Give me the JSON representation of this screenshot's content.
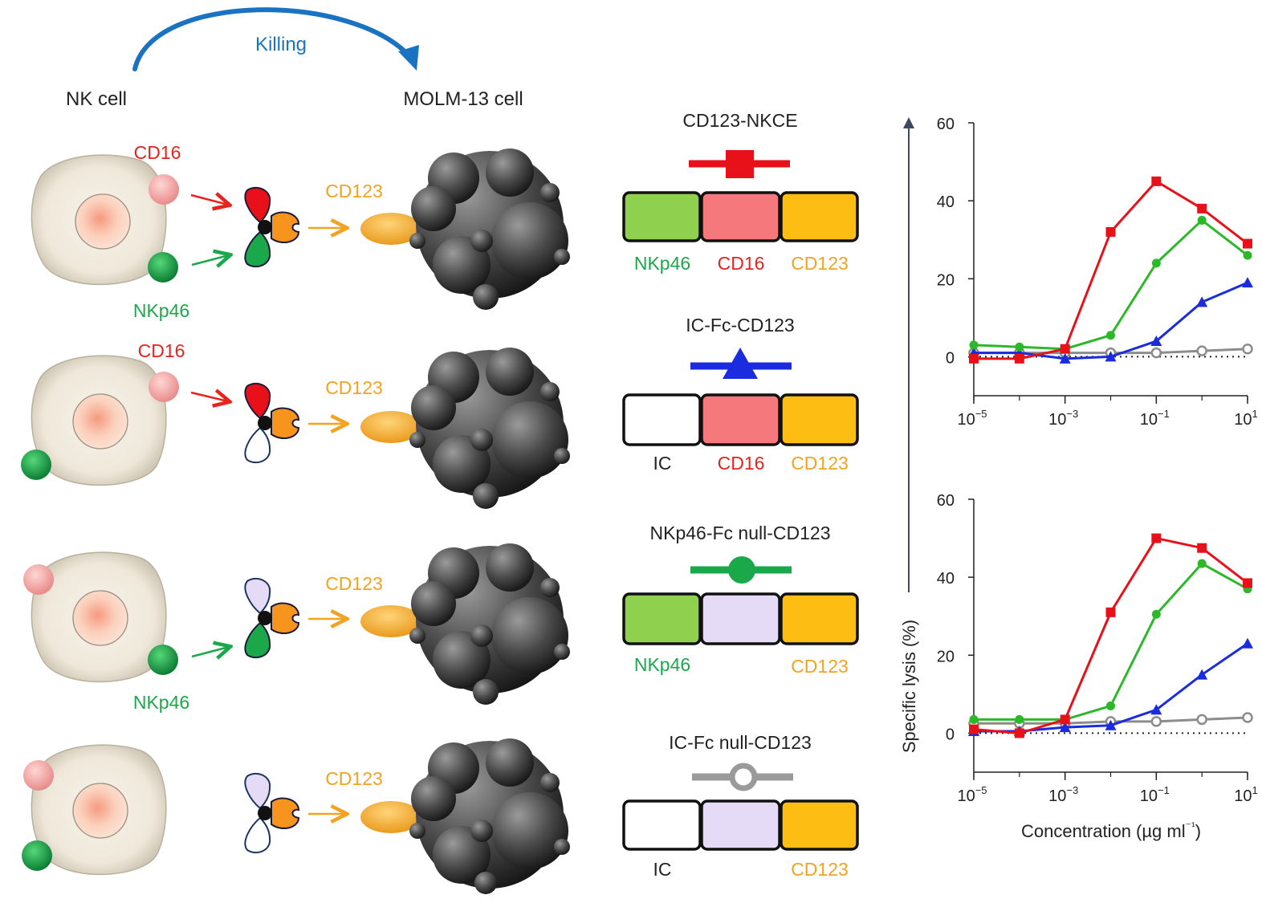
{
  "header": {
    "killing_label": "Killing",
    "nk_cell_label": "NK cell",
    "target_cell_label": "MOLM-13 cell"
  },
  "colors": {
    "cd16": "#e8231c",
    "nkp46": "#1aa84a",
    "cd123": "#f3a321",
    "cd123_box": "#fdbd13",
    "arrow_blue": "#1a73c2",
    "nkp46_box": "#8fd14f",
    "cd16_box": "#f4787c",
    "null_box": "#e5dbf6",
    "ic_box": "#ffffff",
    "series_red": "#e8111a",
    "series_green": "#2db82a",
    "series_blue": "#1a2be0",
    "series_gray": "#8c8c8c"
  },
  "rows": [
    {
      "nk_receptors": [
        "CD16",
        "NKp46"
      ],
      "target_label": "CD123",
      "construct_name": "CD123-NKCE",
      "marker": "square",
      "boxes": [
        {
          "label": "NKp46",
          "fill": "#8fd14f",
          "label_color": "#1aa84a"
        },
        {
          "label": "CD16",
          "fill": "#f4787c",
          "label_color": "#e8231c"
        },
        {
          "label": "CD123",
          "fill": "#fdbd13",
          "label_color": "#f3a321"
        }
      ]
    },
    {
      "nk_receptors": [
        "CD16"
      ],
      "target_label": "CD123",
      "construct_name": "IC-Fc-CD123",
      "marker": "triangle",
      "boxes": [
        {
          "label": "IC",
          "fill": "#ffffff",
          "label_color": "#222222"
        },
        {
          "label": "CD16",
          "fill": "#f4787c",
          "label_color": "#e8231c"
        },
        {
          "label": "CD123",
          "fill": "#fdbd13",
          "label_color": "#f3a321"
        }
      ]
    },
    {
      "nk_receptors": [
        "NKp46"
      ],
      "target_label": "CD123",
      "construct_name": "NKp46-Fc null-CD123",
      "marker": "circle",
      "boxes": [
        {
          "label": "NKp46",
          "fill": "#8fd14f",
          "label_color": "#1aa84a"
        },
        {
          "label": "",
          "fill": "#e5dbf6",
          "label_color": "#222222"
        },
        {
          "label": "CD123",
          "fill": "#fdbd13",
          "label_color": "#f3a321"
        }
      ]
    },
    {
      "nk_receptors": [],
      "target_label": "CD123",
      "construct_name": "IC-Fc null-CD123",
      "marker": "open-circle",
      "boxes": [
        {
          "label": "IC",
          "fill": "#ffffff",
          "label_color": "#222222"
        },
        {
          "label": "",
          "fill": "#e5dbf6",
          "label_color": "#222222"
        },
        {
          "label": "CD123",
          "fill": "#fdbd13",
          "label_color": "#f3a321"
        }
      ]
    }
  ],
  "chart_data": {
    "type": "line",
    "ylabel": "Specific lysis (%)",
    "xlabel": "Concentration (µg ml⁻¹)",
    "x_scale": "log",
    "x": [
      1e-05,
      0.0001,
      0.001,
      0.01,
      0.1,
      1,
      10
    ],
    "xlim": [
      1e-05,
      10
    ],
    "ylim": [
      -10,
      60
    ],
    "x_ticks": [
      {
        "value": 1e-05,
        "base": "10",
        "exp": "−5"
      },
      {
        "value": 0.001,
        "base": "10",
        "exp": "−3"
      },
      {
        "value": 0.1,
        "base": "10",
        "exp": "−1"
      },
      {
        "value": 10,
        "base": "10",
        "exp": "1"
      }
    ],
    "y_ticks": [
      "0",
      "20",
      "40",
      "60"
    ],
    "zero_reference": "dotted",
    "panels": [
      {
        "series": [
          {
            "marker": "square",
            "color": "#e8111a",
            "values": [
              -0.5,
              -0.5,
              2,
              32,
              45,
              38,
              29
            ]
          },
          {
            "marker": "circle",
            "color": "#2db82a",
            "values": [
              3,
              2.5,
              2,
              5.5,
              24,
              35,
              26
            ]
          },
          {
            "marker": "triangle",
            "color": "#1a2be0",
            "values": [
              1,
              1,
              -0.5,
              0,
              4,
              14,
              19
            ]
          },
          {
            "marker": "open-circle",
            "color": "#8c8c8c",
            "values": [
              1,
              1,
              1,
              1,
              1,
              1.5,
              2
            ]
          }
        ]
      },
      {
        "series": [
          {
            "marker": "square",
            "color": "#e8111a",
            "values": [
              1,
              0,
              3.5,
              31,
              50,
              47.5,
              38.5
            ]
          },
          {
            "marker": "circle",
            "color": "#2db82a",
            "values": [
              3.5,
              3.5,
              3.5,
              7,
              30.5,
              43.5,
              37
            ]
          },
          {
            "marker": "triangle",
            "color": "#1a2be0",
            "values": [
              0.5,
              0.5,
              1.5,
              2,
              6,
              15,
              23
            ]
          },
          {
            "marker": "open-circle",
            "color": "#8c8c8c",
            "values": [
              2.5,
              2.5,
              2.5,
              3,
              3,
              3.5,
              4
            ]
          }
        ]
      }
    ]
  }
}
